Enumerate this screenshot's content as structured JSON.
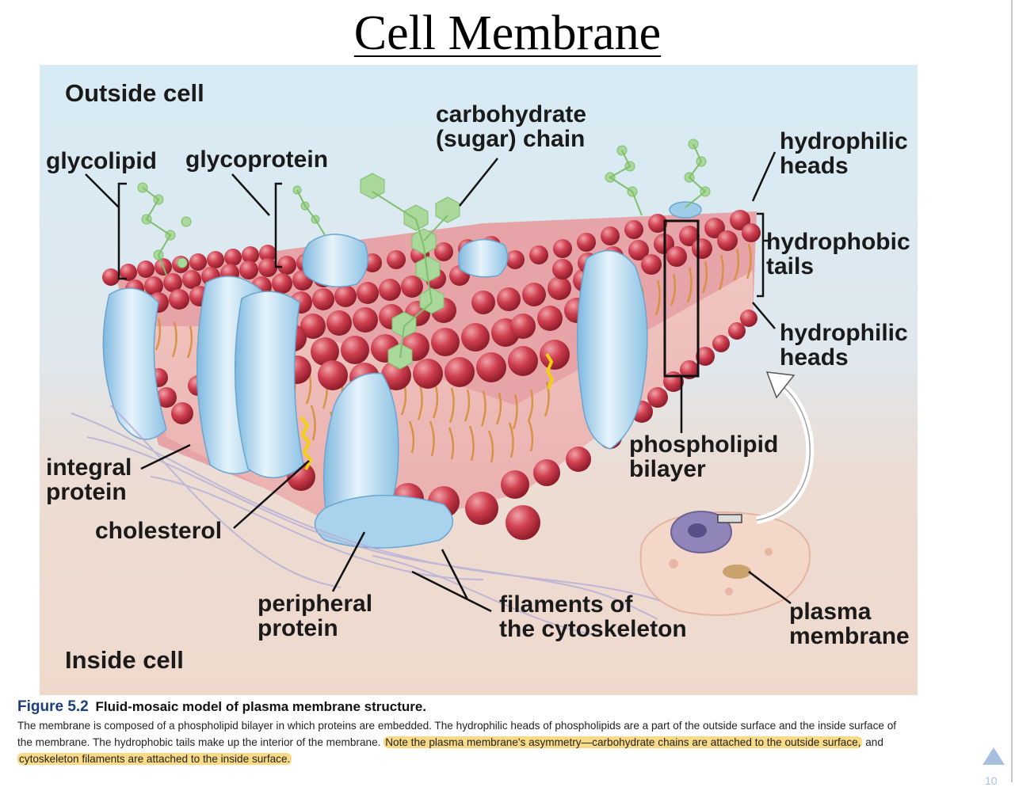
{
  "slide": {
    "title": "Cell Membrane",
    "page_number": "10"
  },
  "diagram": {
    "labels": {
      "outside_cell": "Outside cell",
      "inside_cell": "Inside cell",
      "glycolipid": "glycolipid",
      "glycoprotein": "glycoprotein",
      "carbohydrate_chain": "carbohydrate\n(sugar) chain",
      "hydrophilic_heads_top": "hydrophilic\nheads",
      "hydrophobic_tails": "hydrophobic\ntails",
      "hydrophilic_heads_bottom": "hydrophilic\nheads",
      "phospholipid_bilayer": "phospholipid\nbilayer",
      "integral_protein": "integral\nprotein",
      "cholesterol": "cholesterol",
      "peripheral_protein": "peripheral\nprotein",
      "filaments_cytoskeleton": "filaments of\nthe cytoskeleton",
      "plasma_membrane": "plasma\nmembrane"
    },
    "colors": {
      "outside_bg": "#dcecf3",
      "inside_bg": "#eed8cc",
      "phospholipid_head": "#c9374a",
      "lipid_tail": "#d99440",
      "protein": "#9fcde9",
      "carbohydrate": "#a9d89a",
      "cholesterol": "#f2d21a"
    }
  },
  "caption": {
    "figure_number": "Figure 5.2",
    "figure_title": "Fluid-mosaic model of plasma membrane structure.",
    "text_1": "The membrane is composed of a phospholipid bilayer in which proteins are embedded. The hydrophilic heads of phospholipids are a part of the outside surface and the inside surface of the membrane. The hydrophobic tails make up the interior of the membrane.",
    "text_2": "Note the plasma membrane's asymmetry—carbohydrate chains are attached to the outside surface,",
    "text_3": "and",
    "text_4": "cytoskeleton filaments are attached to the inside surface."
  }
}
